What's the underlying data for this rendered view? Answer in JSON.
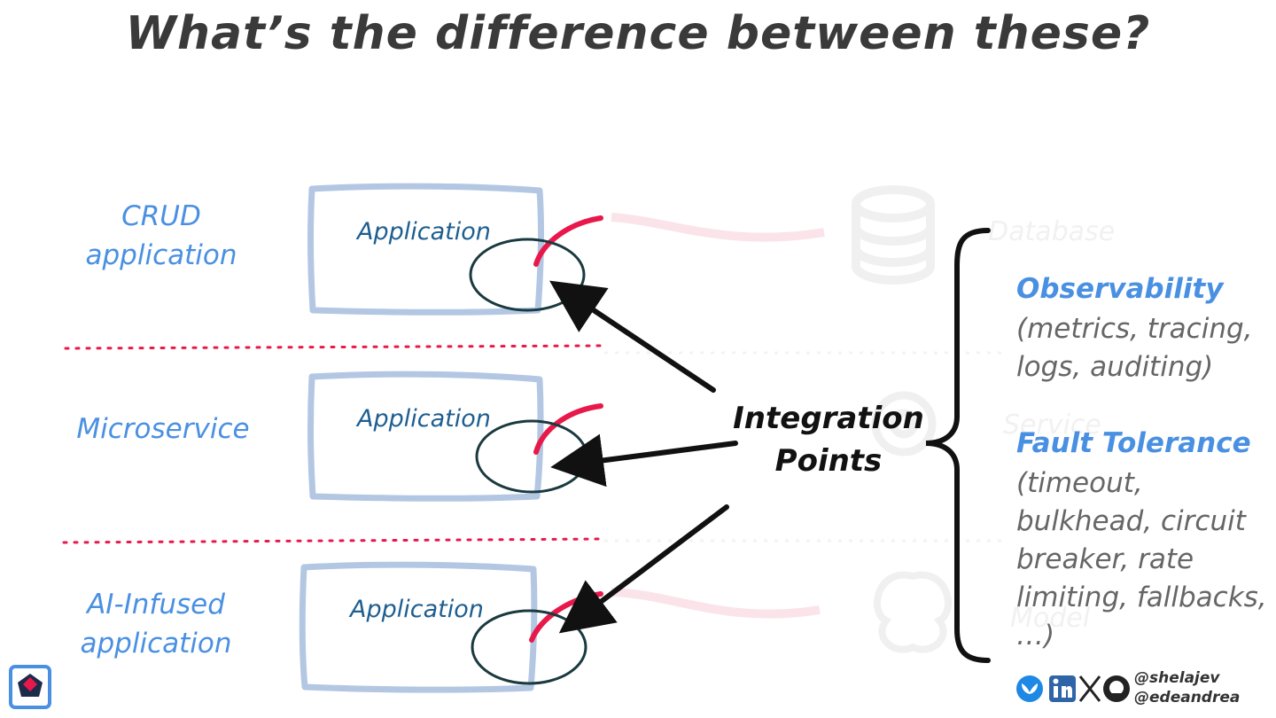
{
  "title": "What’s the difference between these?",
  "rows": [
    {
      "label_line1": "CRUD",
      "label_line2": "application",
      "app_label": "Application"
    },
    {
      "label_line1": "Microservice",
      "label_line2": "",
      "app_label": "Application"
    },
    {
      "label_line1": "AI-Infused",
      "label_line2": "application",
      "app_label": "Application"
    }
  ],
  "integration_points": {
    "line1": "Integration",
    "line2": "Points"
  },
  "ghost_labels": {
    "database": "Database",
    "service": "Service",
    "model": "Model"
  },
  "list": {
    "observability": {
      "heading": "Observability",
      "line1": "(metrics, tracing,",
      "line2": "logs, auditing)"
    },
    "fault_tolerance": {
      "heading": "Fault Tolerance",
      "line1": "(timeout,",
      "line2": "bulkhead, circuit",
      "line3": "breaker, rate",
      "line4": "limiting, fallbacks,",
      "line5": "…)"
    }
  },
  "social": {
    "handle1": "@shelajev",
    "handle2": "@edeandrea"
  },
  "colors": {
    "accent_blue": "#4a90e2",
    "app_blue": "#1d5e91",
    "red": "#e8194a",
    "dark": "#111111"
  }
}
